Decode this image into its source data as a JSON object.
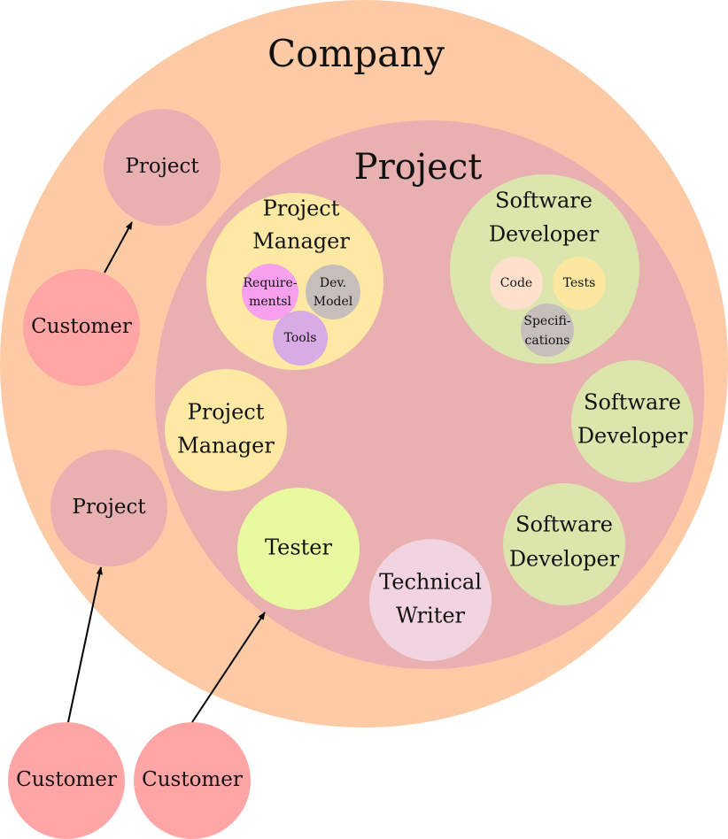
{
  "colors": {
    "company": "#fccaa5",
    "project": "#e8b0b0",
    "customer": "#ffa5a5",
    "project_manager": "#fde9a3",
    "software_developer": "#dce6ac",
    "tester": "#e9f99f",
    "technical_writer": "#f2d3e0",
    "requirements": "#f6a0ee",
    "dev_model": "#c5bebb",
    "tools": "#d8abe5",
    "code": "#fde1cd",
    "tests": "#fde7a0",
    "specifications": "#c5bebb"
  },
  "nodes": {
    "company": {
      "label": "Company"
    },
    "project_main": {
      "label": "Project"
    },
    "project_small_1": {
      "label": "Project"
    },
    "project_small_2": {
      "label": "Project"
    },
    "customer_1": {
      "label": "Customer"
    },
    "customer_2": {
      "label": "Customer"
    },
    "customer_3": {
      "label": "Customer"
    },
    "pm_big": {
      "lines": [
        "Project",
        "Manager"
      ]
    },
    "requirements": {
      "lines": [
        "Require-",
        "mentsl"
      ]
    },
    "dev_model": {
      "lines": [
        "Dev.",
        "Model"
      ]
    },
    "tools": {
      "label": "Tools"
    },
    "sd_big": {
      "lines": [
        "Software",
        "Developer"
      ]
    },
    "code": {
      "label": "Code"
    },
    "tests": {
      "label": "Tests"
    },
    "specifications": {
      "lines": [
        "Specifi-",
        "cations"
      ]
    },
    "pm_small": {
      "lines": [
        "Project",
        "Manager"
      ]
    },
    "sd_small_1": {
      "lines": [
        "Software",
        "Developer"
      ]
    },
    "sd_small_2": {
      "lines": [
        "Software",
        "Developer"
      ]
    },
    "tester": {
      "label": "Tester"
    },
    "technical_writer": {
      "lines": [
        "Technical",
        "Writer"
      ]
    }
  },
  "edges": [
    {
      "from": "customer_1",
      "to": "project_small_1"
    },
    {
      "from": "customer_2",
      "to": "project_small_2"
    },
    {
      "from": "customer_3",
      "to": "tester"
    }
  ]
}
